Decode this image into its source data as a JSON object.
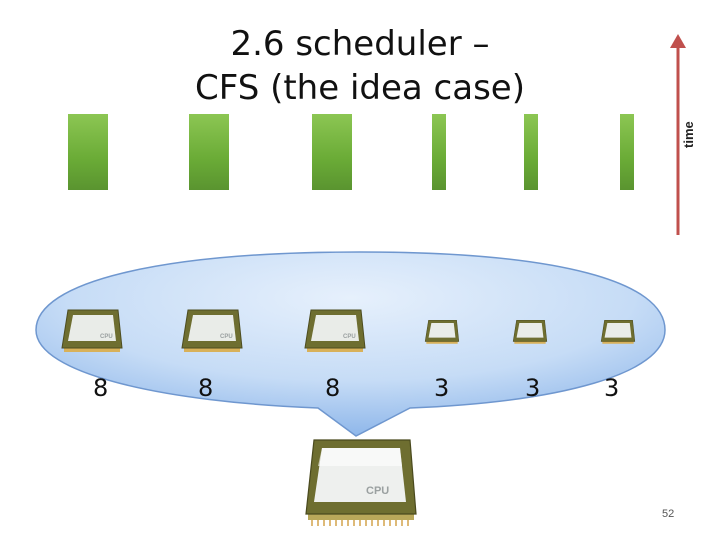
{
  "slide": {
    "title_line1": "2.6 scheduler –",
    "title_line2": "CFS (the idea case)",
    "axis_label": "time",
    "page_number": "52"
  },
  "tasks": [
    {
      "weight": "8",
      "timeslice_share": 8
    },
    {
      "weight": "8",
      "timeslice_share": 8
    },
    {
      "weight": "8",
      "timeslice_share": 8
    },
    {
      "weight": "3",
      "timeslice_share": 3
    },
    {
      "weight": "3",
      "timeslice_share": 3
    },
    {
      "weight": "3",
      "timeslice_share": 3
    }
  ],
  "chip_label": "CPU",
  "colors": {
    "bar_green": "#6aab36",
    "axis_red": "#c0504d",
    "bubble_blue": "#bcd6f5",
    "chip_olive": "#7a7a3a"
  },
  "icons": [
    "cpu-chip-icon",
    "up-arrow-icon"
  ]
}
